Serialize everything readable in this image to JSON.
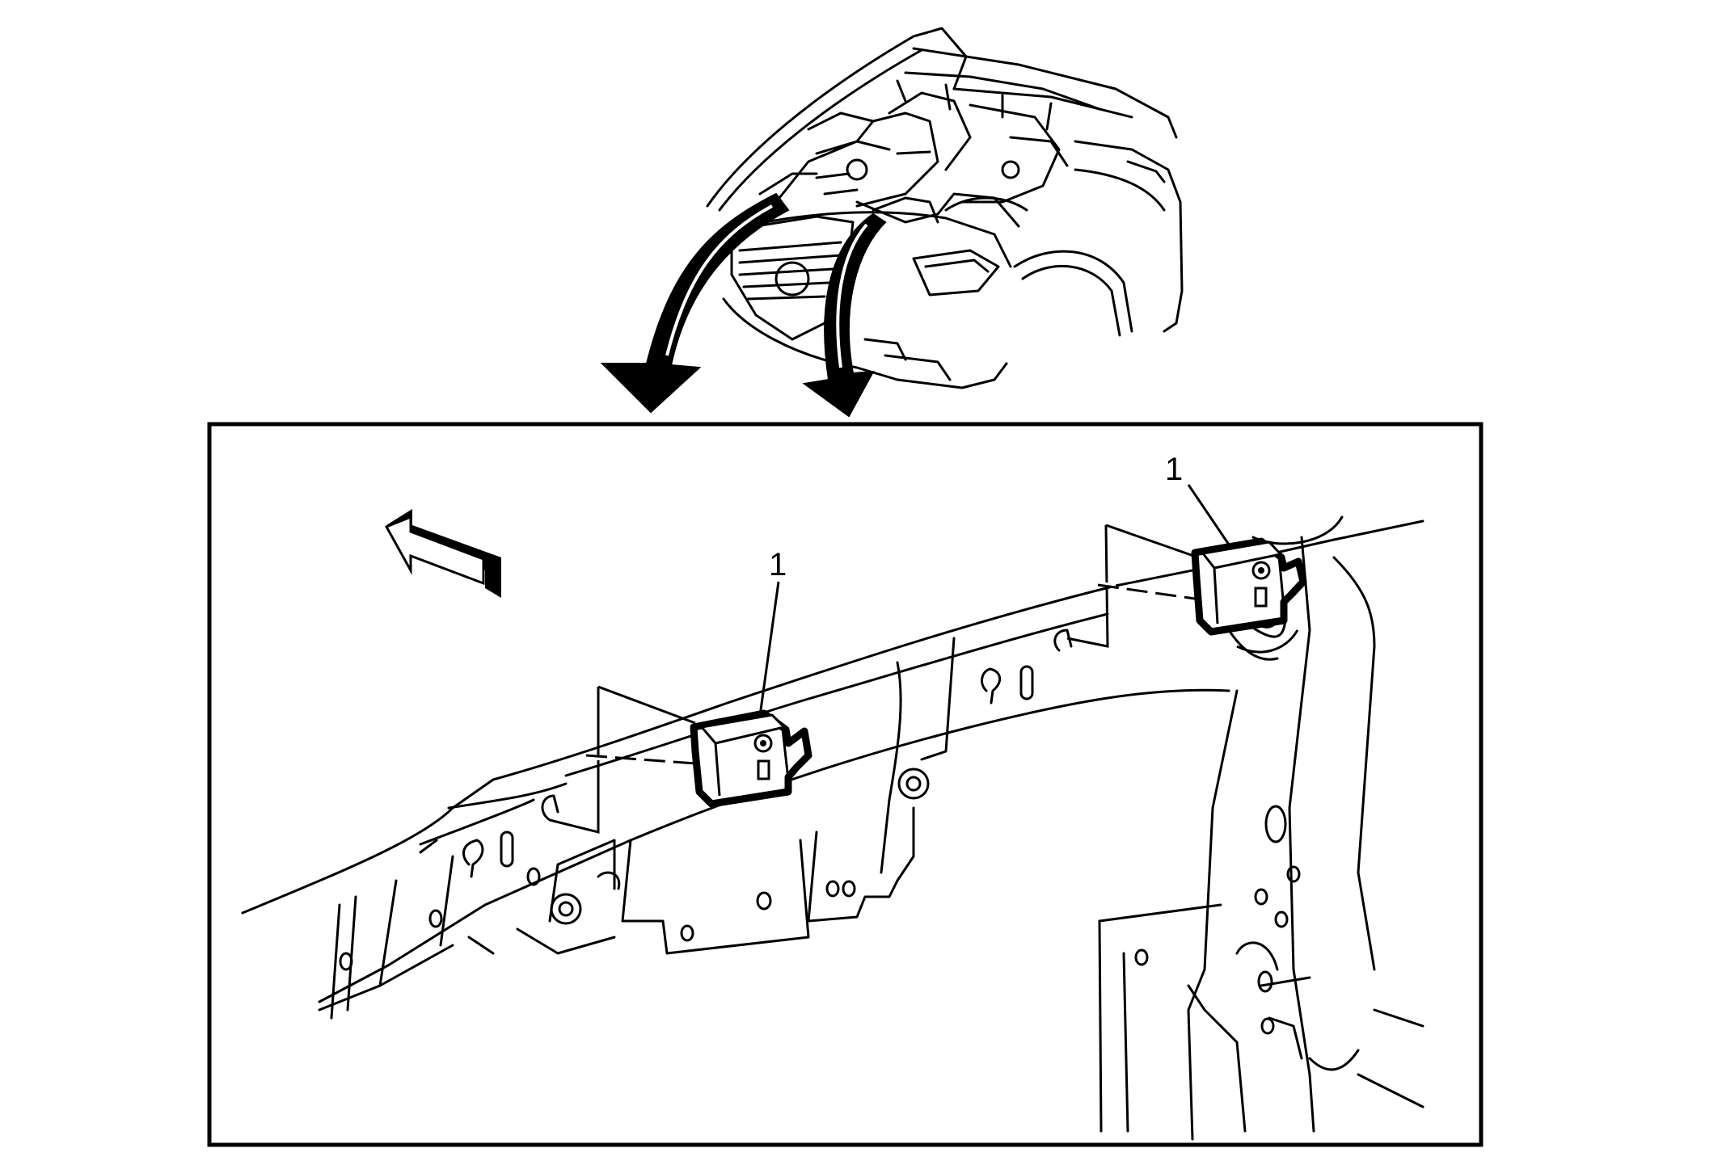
{
  "callouts": [
    {
      "id": "callout-left-sensor",
      "label": "1"
    },
    {
      "id": "callout-right-sensor",
      "label": "1"
    }
  ]
}
